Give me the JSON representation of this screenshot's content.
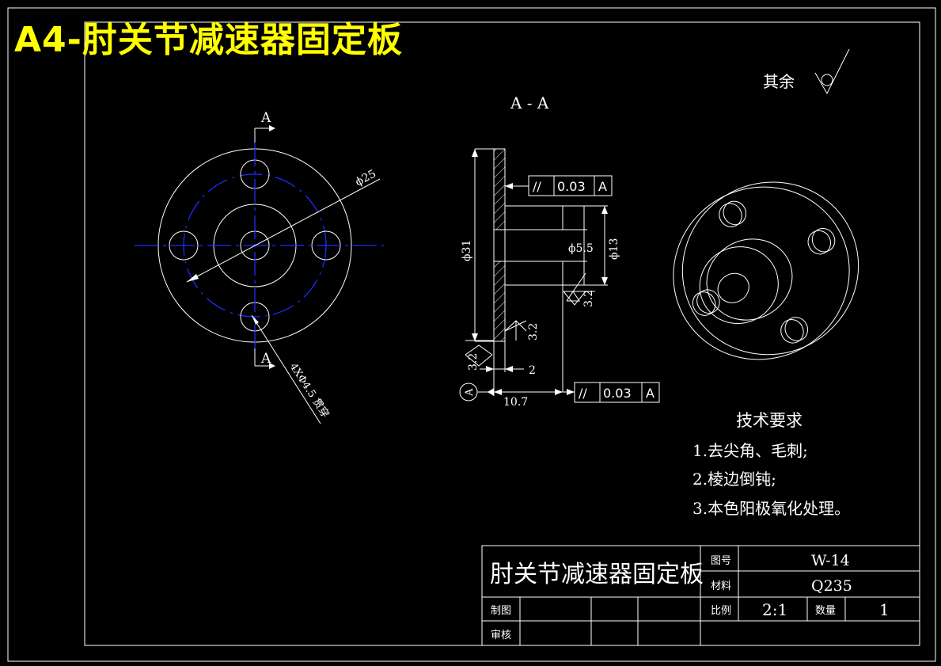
{
  "banner": "A4-肘关节减速器固定板",
  "surface_finish": {
    "label": "其余"
  },
  "section_label": "A - A",
  "section_marks": {
    "top": "A",
    "bottom": "A",
    "datum": "A"
  },
  "front_view": {
    "dia_outer": "ϕ25",
    "holes_note": "4XΦ4.5 贯穿"
  },
  "section_view": {
    "dia_flange": "ϕ31",
    "dia_bore": "ϕ5.5",
    "dia_boss": "ϕ13",
    "roughness_1": "3.2",
    "roughness_2": "3.2",
    "roughness_3": "3.2",
    "thickness": "2",
    "length": "10.7"
  },
  "tolerances": [
    {
      "symbol": "//",
      "value": "0.03",
      "datum": "A"
    },
    {
      "symbol": "//",
      "value": "0.03",
      "datum": "A"
    }
  ],
  "tech_requirements": {
    "title": "技术要求",
    "items": [
      "1.去尖角、毛刺;",
      "2.棱边倒钝;",
      "3.本色阳极氧化处理。"
    ]
  },
  "title_block": {
    "part_name": "肘关节减速器固定板",
    "drawing_no_label": "图号",
    "drawing_no": "W-14",
    "material_label": "材料",
    "material": "Q235",
    "drawn_label": "制图",
    "checked_label": "审核",
    "scale_label": "比例",
    "scale": "2:1",
    "qty_label": "数量",
    "qty": "1"
  }
}
